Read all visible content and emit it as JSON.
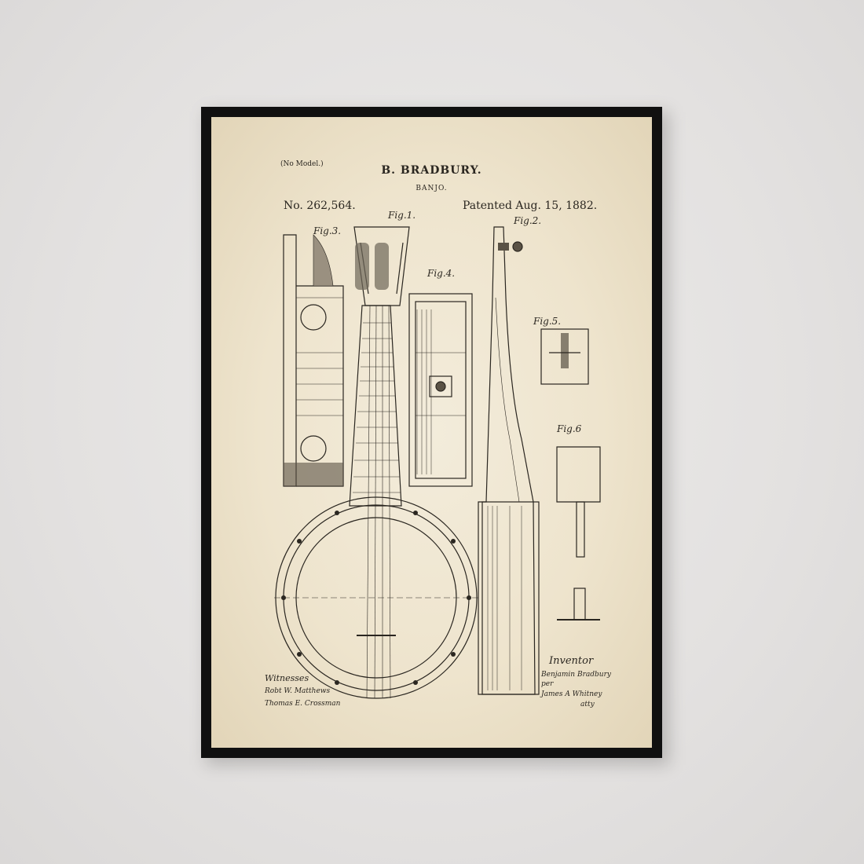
{
  "header": {
    "no_model": "(No Model.)",
    "inventor": "B. BRADBURY.",
    "title": "BANJO.",
    "number": "No. 262,564.",
    "date": "Patented Aug. 15, 1882."
  },
  "figures": {
    "fig1": "Fig.1.",
    "fig2": "Fig.2.",
    "fig3": "Fig.3.",
    "fig4": "Fig.4.",
    "fig5": "Fig.5.",
    "fig6": "Fig.6"
  },
  "footer": {
    "witnesses": "Witnesses",
    "witness1": "Robt W. Matthews",
    "witness2": "Thomas E. Crossman",
    "inventor_label": "Inventor",
    "signature": "Benjamin Bradbury",
    "per": "per",
    "attorney": "James A Whitney",
    "atty": "atty"
  },
  "colors": {
    "wall": "#e6e4e3",
    "frame": "#101010",
    "paper": "#f0e7d2",
    "ink": "#2a2620"
  }
}
